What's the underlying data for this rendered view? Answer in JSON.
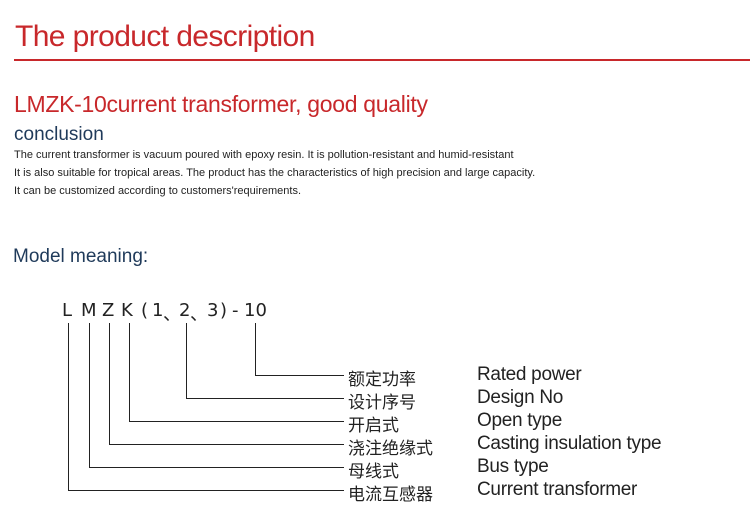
{
  "header": {
    "title": "The product description"
  },
  "product": {
    "title": "LMZK-10current transformer, good quality",
    "conclusion_label": "conclusion",
    "description": [
      "The current transformer is vacuum poured with epoxy resin. It is pollution-resistant and humid-resistant",
      " It is also suitable for tropical areas. The product has the characteristics of high precision and large capacity.",
      "It can be customized according to customers'requirements."
    ]
  },
  "model": {
    "heading": "Model meaning:",
    "code": [
      "L",
      "M",
      "Z",
      "K",
      "(",
      "1",
      "、",
      "2",
      "、",
      "3",
      ")",
      "-",
      "10"
    ],
    "meanings": [
      {
        "cn": "额定功率",
        "en": "Rated power"
      },
      {
        "cn": "设计序号",
        "en": "Design No"
      },
      {
        "cn": "开启式",
        "en": "Open type"
      },
      {
        "cn": "浇注绝缘式",
        "en": "Casting insulation type"
      },
      {
        "cn": "母线式",
        "en": "Bus type"
      },
      {
        "cn": "电流互感器",
        "en": "Current transformer"
      }
    ]
  }
}
